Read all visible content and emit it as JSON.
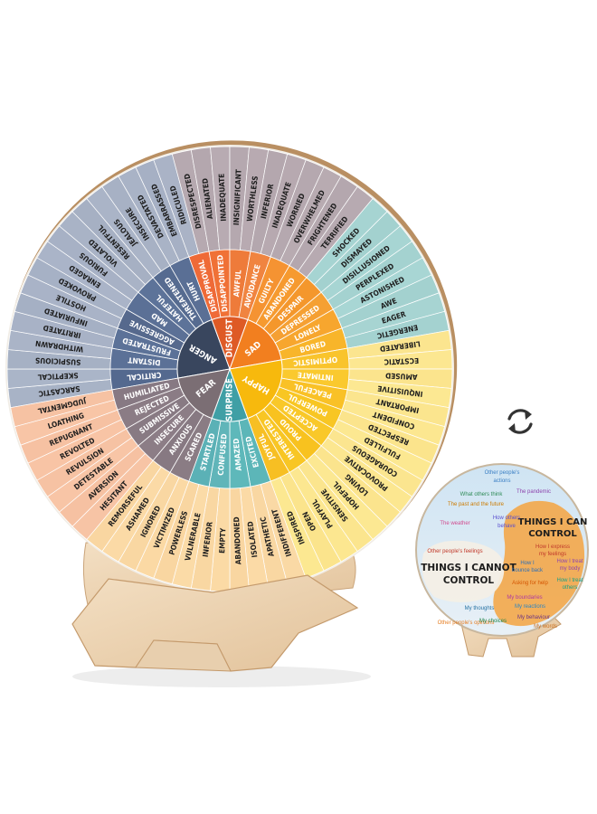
{
  "wheel": {
    "core": [
      {
        "label": "ANGER",
        "color": "#39465e"
      },
      {
        "label": "DISGUST",
        "color": "#de5a25"
      },
      {
        "label": "SAD",
        "color": "#f27f1f"
      },
      {
        "label": "HAPPY",
        "color": "#f7b90d"
      },
      {
        "label": "SURPRISE",
        "color": "#3f9fa5"
      },
      {
        "label": "FEAR",
        "color": "#7b6e74"
      }
    ],
    "middle": [
      {
        "label": "CRITICAL",
        "color": "#54698f"
      },
      {
        "label": "DISTANT",
        "color": "#5b7197"
      },
      {
        "label": "FRUSTRATED",
        "color": "#5c7298"
      },
      {
        "label": "AGGRESSIVE",
        "color": "#56698d"
      },
      {
        "label": "MAD",
        "color": "#5b7096"
      },
      {
        "label": "HATEFUL",
        "color": "#5d7399"
      },
      {
        "label": "THREATENED",
        "color": "#566b90"
      },
      {
        "label": "HURT",
        "color": "#5a6f95"
      },
      {
        "label": "DISAPPROVAL",
        "color": "#ef6a37"
      },
      {
        "label": "DISAPPOINTED",
        "color": "#f07136"
      },
      {
        "label": "AWFUL",
        "color": "#ee7b3a"
      },
      {
        "label": "AVOIDANCE",
        "color": "#f08440"
      },
      {
        "label": "GUILTY",
        "color": "#f59332"
      },
      {
        "label": "ABANDONED",
        "color": "#f69a2f"
      },
      {
        "label": "DESPAIR",
        "color": "#f4972c"
      },
      {
        "label": "DEPRESSED",
        "color": "#f5a033"
      },
      {
        "label": "LONELY",
        "color": "#f7a62e"
      },
      {
        "label": "BORED",
        "color": "#f8b52a"
      },
      {
        "label": "OPTIMISTIC",
        "color": "#f9c42c"
      },
      {
        "label": "INTIMATE",
        "color": "#fac92e"
      },
      {
        "label": "PEACEFUL",
        "color": "#f9c126"
      },
      {
        "label": "POWERFUL",
        "color": "#f8c623"
      },
      {
        "label": "ACCEPTED",
        "color": "#f9c829"
      },
      {
        "label": "PROUD",
        "color": "#f8c21f"
      },
      {
        "label": "INTERESTED",
        "color": "#f8c624"
      },
      {
        "label": "JOYFUL",
        "color": "#f7bf23"
      },
      {
        "label": "EXCITED",
        "color": "#5cb6b8"
      },
      {
        "label": "AMAZED",
        "color": "#5eb8ba"
      },
      {
        "label": "CONFUSED",
        "color": "#60b5b9"
      },
      {
        "label": "STARTLED",
        "color": "#5bb1b6"
      },
      {
        "label": "SCARED",
        "color": "#8a7c84"
      },
      {
        "label": "ANXIOUS",
        "color": "#877982"
      },
      {
        "label": "INSECURE",
        "color": "#8c7d86"
      },
      {
        "label": "SUBMISSIVE",
        "color": "#887a83"
      },
      {
        "label": "REJECTED",
        "color": "#8b7c85"
      },
      {
        "label": "HUMILIATED",
        "color": "#877983"
      }
    ],
    "outer": [
      {
        "label": "SARCASTIC",
        "color": "#a8b3c6"
      },
      {
        "label": "SKEPTICAL",
        "color": "#aab5c8"
      },
      {
        "label": "SUSPICIOUS",
        "color": "#a6b1c4"
      },
      {
        "label": "WITHDRAWN",
        "color": "#aab4c7"
      },
      {
        "label": "IRRITATED",
        "color": "#a8b2c6"
      },
      {
        "label": "INFURIATED",
        "color": "#a5b0c4"
      },
      {
        "label": "HOSTILE",
        "color": "#a9b3c7"
      },
      {
        "label": "PROVOKED",
        "color": "#a6b1c5"
      },
      {
        "label": "ENRAGED",
        "color": "#aab4c8"
      },
      {
        "label": "FURIOUS",
        "color": "#a7b1c5"
      },
      {
        "label": "VIOLATED",
        "color": "#a9b3c6"
      },
      {
        "label": "RESENTFUL",
        "color": "#a6b0c3"
      },
      {
        "label": "JEALOUS",
        "color": "#aab4c7"
      },
      {
        "label": "INSECURE",
        "color": "#a7b1c4"
      },
      {
        "label": "DEVASTATED",
        "color": "#a9b3c6"
      },
      {
        "label": "EMBARRASSED",
        "color": "#a6b0c4"
      },
      {
        "label": "RIDICULED",
        "color": "#aab3c6"
      },
      {
        "label": "DISRESPECTED",
        "color": "#b6a9b0"
      },
      {
        "label": "ALIENATED",
        "color": "#b4a7ae"
      },
      {
        "label": "INADEQUATE",
        "color": "#b8abb2"
      },
      {
        "label": "INSIGNIFICANT",
        "color": "#b5a8af"
      },
      {
        "label": "WORTHLESS",
        "color": "#b8aab1"
      },
      {
        "label": "INFERIOR",
        "color": "#b4a7ae"
      },
      {
        "label": "INADEQUATE",
        "color": "#b7a9b0"
      },
      {
        "label": "WORRIED",
        "color": "#b5a8af"
      },
      {
        "label": "OVERWHELMED",
        "color": "#b8abb1"
      },
      {
        "label": "FRIGHTENED",
        "color": "#b4a7ae"
      },
      {
        "label": "TERRIFIED",
        "color": "#b7aab1"
      },
      {
        "label": "SHOCKED",
        "color": "#a6d4d2"
      },
      {
        "label": "DISMAYED",
        "color": "#a3d1cf"
      },
      {
        "label": "DISILLUSIONED",
        "color": "#a7d5d3"
      },
      {
        "label": "PERPLEXED",
        "color": "#a4d2d0"
      },
      {
        "label": "ASTONISHED",
        "color": "#a8d6d4"
      },
      {
        "label": "AWE",
        "color": "#a3d1cf"
      },
      {
        "label": "EAGER",
        "color": "#a7d4d2"
      },
      {
        "label": "ENERGETIC",
        "color": "#a4d2d0"
      },
      {
        "label": "LIBERATED",
        "color": "#fbe58f"
      },
      {
        "label": "ECSTATIC",
        "color": "#fce791"
      },
      {
        "label": "AMUSED",
        "color": "#fbe48d"
      },
      {
        "label": "INQUISITIVE",
        "color": "#fce892"
      },
      {
        "label": "IMPORTANT",
        "color": "#fbe58e"
      },
      {
        "label": "CONFIDENT",
        "color": "#fce790"
      },
      {
        "label": "RESPECTED",
        "color": "#fbe48c"
      },
      {
        "label": "FULFILLED",
        "color": "#fce891"
      },
      {
        "label": "COURAGEOUS",
        "color": "#fbe58f"
      },
      {
        "label": "PROVOCATIVE",
        "color": "#fce790"
      },
      {
        "label": "LOVING",
        "color": "#fbe48d"
      },
      {
        "label": "HOPEFUL",
        "color": "#fce892"
      },
      {
        "label": "SENSITIVE",
        "color": "#fbe58e"
      },
      {
        "label": "PLAYFUL",
        "color": "#fce790"
      },
      {
        "label": "OPEN",
        "color": "#fbe48c"
      },
      {
        "label": "INSPIRED",
        "color": "#fce891"
      },
      {
        "label": "INDIFFERENT",
        "color": "#fad9a5"
      },
      {
        "label": "APATHETIC",
        "color": "#f9d7a2"
      },
      {
        "label": "ISOLATED",
        "color": "#fbdaa6"
      },
      {
        "label": "ABANDONED",
        "color": "#f9d6a1"
      },
      {
        "label": "EMPTY",
        "color": "#fbdaa5"
      },
      {
        "label": "INFERIOR",
        "color": "#f9d7a2"
      },
      {
        "label": "VULNERABLE",
        "color": "#fbdba7"
      },
      {
        "label": "POWERLESS",
        "color": "#f9d6a1"
      },
      {
        "label": "VICTIMIZED",
        "color": "#fbd9a4"
      },
      {
        "label": "IGNORED",
        "color": "#f9d7a2"
      },
      {
        "label": "ASHAMED",
        "color": "#fbdaa6"
      },
      {
        "label": "REMORSEFUL",
        "color": "#f9d6a1"
      },
      {
        "label": "HESITANT",
        "color": "#f7c4a5"
      },
      {
        "label": "AVERSION",
        "color": "#f6c1a2"
      },
      {
        "label": "DETESTABLE",
        "color": "#f8c5a6"
      },
      {
        "label": "REVULSION",
        "color": "#f6c2a3"
      },
      {
        "label": "REVOLTED",
        "color": "#f8c4a5"
      },
      {
        "label": "REPUGNANT",
        "color": "#f6c1a2"
      },
      {
        "label": "LOATHING",
        "color": "#f8c5a6"
      },
      {
        "label": "JUDGMENTAL",
        "color": "#f6c2a3"
      }
    ]
  },
  "control_card": {
    "left_title_1": "THINGS I CANNOT",
    "left_title_2": "CONTROL",
    "right_title_1": "THINGS I CAN",
    "right_title_2": "CONTROL",
    "outside_items": [
      {
        "text": "Other people's",
        "color": "#3b7fc4"
      },
      {
        "text": "actions",
        "color": "#3b7fc4"
      },
      {
        "text": "What others think",
        "color": "#2e8b57"
      },
      {
        "text": "The past and the future",
        "color": "#cc7a00"
      },
      {
        "text": "The weather",
        "color": "#d14b8f"
      },
      {
        "text": "How others",
        "color": "#5a4fcf"
      },
      {
        "text": "behave",
        "color": "#5a4fcf"
      },
      {
        "text": "Other people's feelings",
        "color": "#c0392b"
      },
      {
        "text": "The pandemic",
        "color": "#8e44ad"
      },
      {
        "text": "Other people's opinions",
        "color": "#e67e22"
      }
    ],
    "inside_items": [
      {
        "text": "How I express",
        "color": "#c0392b"
      },
      {
        "text": "my feelings",
        "color": "#c0392b"
      },
      {
        "text": "How I",
        "color": "#2c6fb7"
      },
      {
        "text": "bounce back",
        "color": "#2c6fb7"
      },
      {
        "text": "How I treat",
        "color": "#8e44ad"
      },
      {
        "text": "my body",
        "color": "#8e44ad"
      },
      {
        "text": "Asking for help",
        "color": "#d35400"
      },
      {
        "text": "How I treat",
        "color": "#16a085"
      },
      {
        "text": "others",
        "color": "#16a085"
      },
      {
        "text": "My boundaries",
        "color": "#b03a9f"
      },
      {
        "text": "My reactions",
        "color": "#2e86c1"
      },
      {
        "text": "My thoughts",
        "color": "#2471a3"
      },
      {
        "text": "My behaviour",
        "color": "#6c3483"
      },
      {
        "text": "My choices",
        "color": "#1e8449"
      },
      {
        "text": "My words",
        "color": "#ca6f1e"
      }
    ]
  }
}
